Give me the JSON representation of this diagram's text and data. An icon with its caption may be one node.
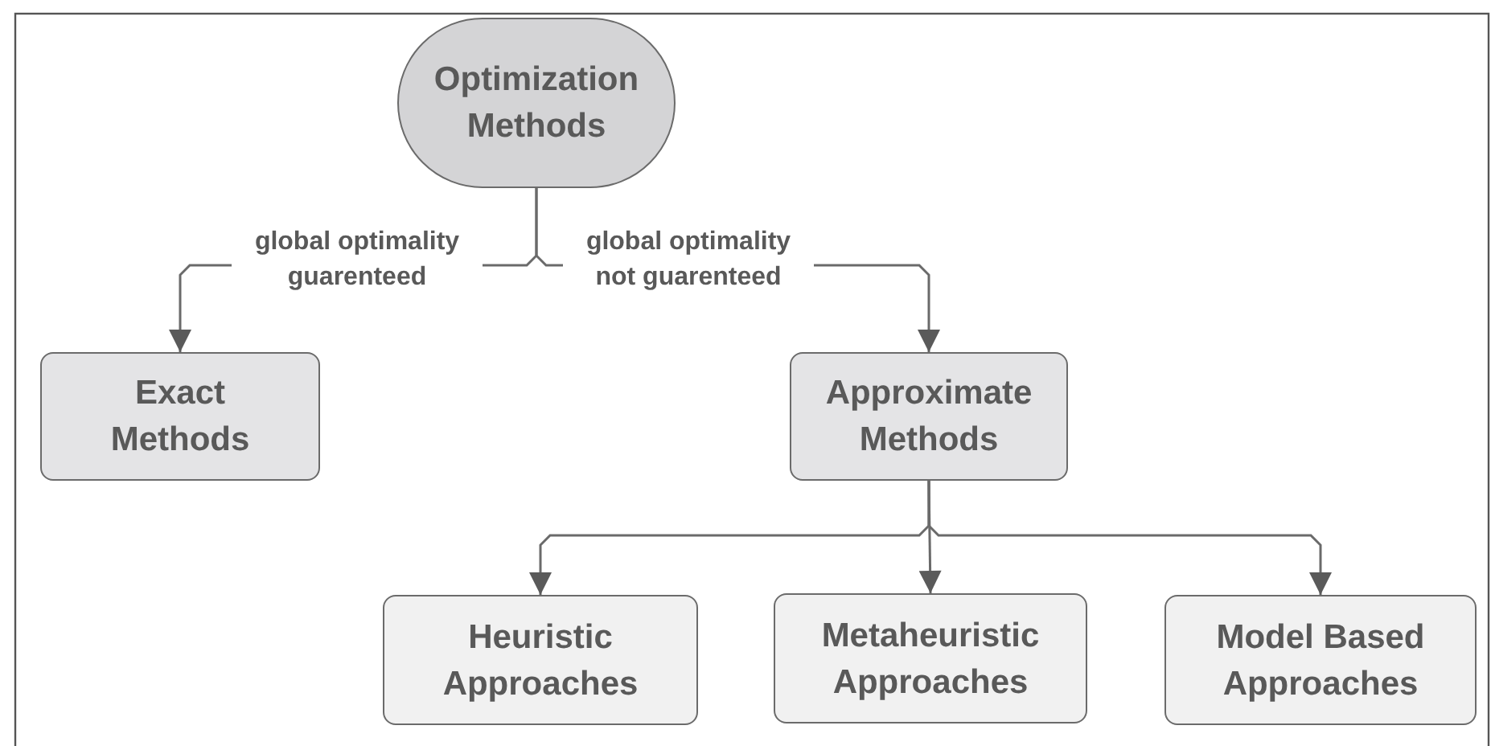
{
  "diagram": {
    "nodes": [
      {
        "text": [
          "Optimization Methods"
        ]
      },
      {
        "text": [
          "Exact Methods"
        ]
      },
      {
        "text": [
          "Approximate Methods"
        ]
      },
      {
        "text": [
          "Heuristic Approaches"
        ]
      },
      {
        "text": [
          "Metaheuristic Approaches"
        ]
      },
      {
        "text": [
          "Model Based Approaches"
        ]
      }
    ],
    "edges": [
      {
        "from": 0,
        "to": 1,
        "arrow": "to",
        "label": "global optimality guarenteed"
      },
      {
        "from": 0,
        "to": 2,
        "arrow": "to",
        "label": "global optimality not guarenteed"
      },
      {
        "from": 2,
        "to": 3,
        "arrow": "to"
      },
      {
        "from": 2,
        "to": 4,
        "arrow": "to"
      },
      {
        "from": 2,
        "to": 5,
        "arrow": "to"
      }
    ]
  }
}
